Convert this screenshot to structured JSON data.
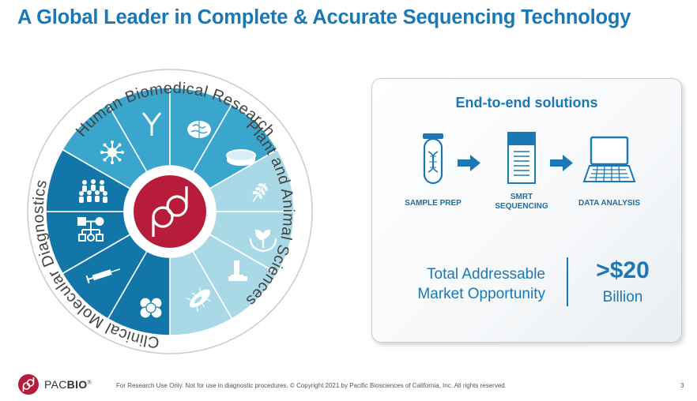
{
  "slide": {
    "title": "A Global Leader in Complete & Accurate Sequencing Technology"
  },
  "wheel": {
    "center_logo": "pb",
    "sections": [
      {
        "label": "Human Biomedical Research",
        "color": "#3aa6cd",
        "icons": [
          "virus-icon",
          "antibody-icon",
          "brain-icon",
          "petri-dish-icon"
        ]
      },
      {
        "label": "Plant and Animal Sciences",
        "color": "#a9d8e6",
        "icons": [
          "wheat-icon",
          "plant-hands-icon",
          "microscope-icon",
          "bacteria-icon"
        ]
      },
      {
        "label": "Clinical Molecular Diagnostics",
        "color": "#1376a9",
        "icons": [
          "cells-icon",
          "syringe-icon",
          "pedigree-icon",
          "population-icon"
        ]
      }
    ]
  },
  "panel": {
    "title": "End-to-end solutions",
    "steps": [
      {
        "label_line1": "SAMPLE PREP",
        "label_line2": "",
        "icon": "dna-vial-icon"
      },
      {
        "label_line1": "SMRT",
        "label_line2": "SEQUENCING",
        "icon": "sequencer-icon"
      },
      {
        "label_line1": "DATA ANALYSIS",
        "label_line2": "",
        "icon": "laptop-icon"
      }
    ],
    "tam_line1": "Total Addressable",
    "tam_line2": "Market Opportunity",
    "tam_value": ">$20",
    "tam_unit": "Billion"
  },
  "footer": {
    "brand_pac": "PAC",
    "brand_bio": "BIO",
    "brand_mark": "®",
    "disclaimer": "For Research Use Only. Not for use in diagnostic procedures. © Copyright 2021 by Pacific Biosciences of California, Inc. All rights reserved.",
    "page_number": "3"
  },
  "colors": {
    "brand_blue": "#1a78b4",
    "brand_red": "#b71c3a",
    "panel_border": "#c8cdd3"
  }
}
